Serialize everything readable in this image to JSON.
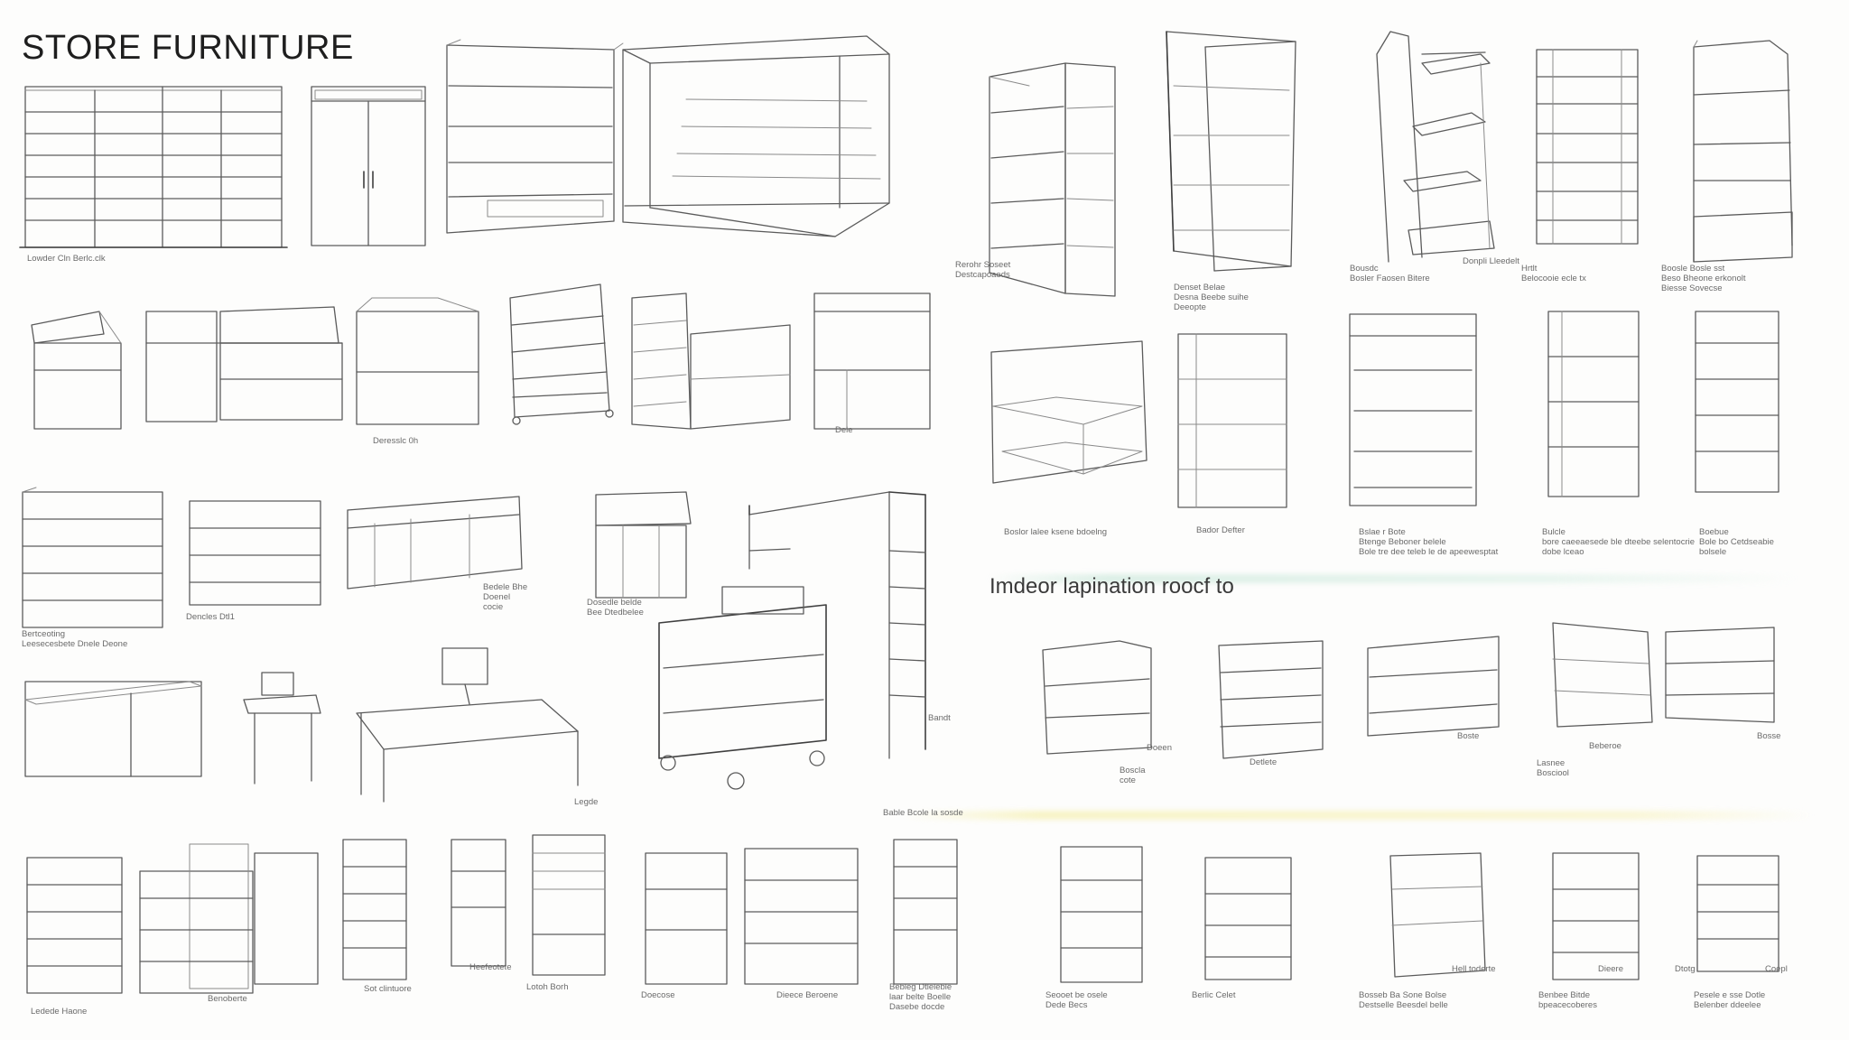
{
  "title": "STORE FURNITURE",
  "subtitle": "Imdeor lapination roocf to",
  "captions": [
    {
      "id": "c1",
      "text": "Lowder Cln Berlc.clk"
    },
    {
      "id": "c2",
      "text": "Rerohr Soseet\nDestcapoaeds"
    },
    {
      "id": "c3",
      "text": "Denset Belae\nDesna Beebe suihe\nDeeopte"
    },
    {
      "id": "c4",
      "text": "Bousdc\nBosler Faosen Bitere"
    },
    {
      "id": "c5",
      "text": "Donpli Lleedelt"
    },
    {
      "id": "c6",
      "text": "Hrtlt\nBelocooie ecle tx"
    },
    {
      "id": "c7",
      "text": "Boosle Bosle sst\nBeso Bheone erkonolt\nBiesse Sovecse"
    },
    {
      "id": "c8",
      "text": "Deresslc 0h"
    },
    {
      "id": "c9",
      "text": "Dele"
    },
    {
      "id": "c10",
      "text": "Boslor lalee ksene bdoelng"
    },
    {
      "id": "c11",
      "text": "Bador Defter"
    },
    {
      "id": "c12",
      "text": "Bslae r Bote\nBtenge Beboner belele\nBole tre dee teleb le de apeewesptat"
    },
    {
      "id": "c13",
      "text": "Bulcle\nbore caeeaesede ble dteebe selentocrie\ndobe lceao"
    },
    {
      "id": "c14",
      "text": "Boebue\nBole bo Cetdseabie\nbolsele"
    },
    {
      "id": "c15",
      "text": "Bedele Bhe\nDoenel\ncocie"
    },
    {
      "id": "c16",
      "text": "Dencles Dtl1"
    },
    {
      "id": "c17",
      "text": "Bertceoting\nLeesecesbete Dnele Deone"
    },
    {
      "id": "c18",
      "text": "Dosedle belde\nBee Dtedbelee"
    },
    {
      "id": "c19",
      "text": "Bandt"
    },
    {
      "id": "c20",
      "text": "Legde"
    },
    {
      "id": "c21",
      "text": "Doeen"
    },
    {
      "id": "c22",
      "text": "Boscla\ncote"
    },
    {
      "id": "c23",
      "text": "Detlete"
    },
    {
      "id": "c24",
      "text": "Boste"
    },
    {
      "id": "c25",
      "text": "Beberoe"
    },
    {
      "id": "c26",
      "text": "Lasnee\nBosciool"
    },
    {
      "id": "c27",
      "text": "Bosse"
    },
    {
      "id": "c28",
      "text": "Bable Bcole la sosde"
    },
    {
      "id": "c29",
      "text": "Ledede Haone"
    },
    {
      "id": "c30",
      "text": "Sot clintuore"
    },
    {
      "id": "c31",
      "text": "Benoberte"
    },
    {
      "id": "c32",
      "text": "Lotoh Borh"
    },
    {
      "id": "c33",
      "text": "Doecose"
    },
    {
      "id": "c34",
      "text": "Dieece Beroene"
    },
    {
      "id": "c35",
      "text": "Bebleg Dtleleble\nlaar belte Boelle\nDasebe docde"
    },
    {
      "id": "c36",
      "text": "Seooet be osele\nDede Becs"
    },
    {
      "id": "c37",
      "text": "Bosseb Ba Sone Bolse\nDestselle Beesdel belle"
    },
    {
      "id": "c38",
      "text": "Hell toderte"
    },
    {
      "id": "c39",
      "text": "Benbee Bitde\nbpeacecoberes"
    },
    {
      "id": "c40",
      "text": "Pesele e sse Dotle\nBelenber ddeelee"
    },
    {
      "id": "c41",
      "text": "Berlic Celet"
    },
    {
      "id": "c42",
      "text": "Heefeotete"
    },
    {
      "id": "c43",
      "text": "Dieere"
    },
    {
      "id": "c44",
      "text": "Dtotg"
    },
    {
      "id": "c45",
      "text": "Coepl"
    }
  ],
  "colors": {
    "ink": "#5b5b5b",
    "paper": "#fdfdfc",
    "wash_green": "#bfe3d3",
    "wash_yellow": "#f3ec9a"
  }
}
